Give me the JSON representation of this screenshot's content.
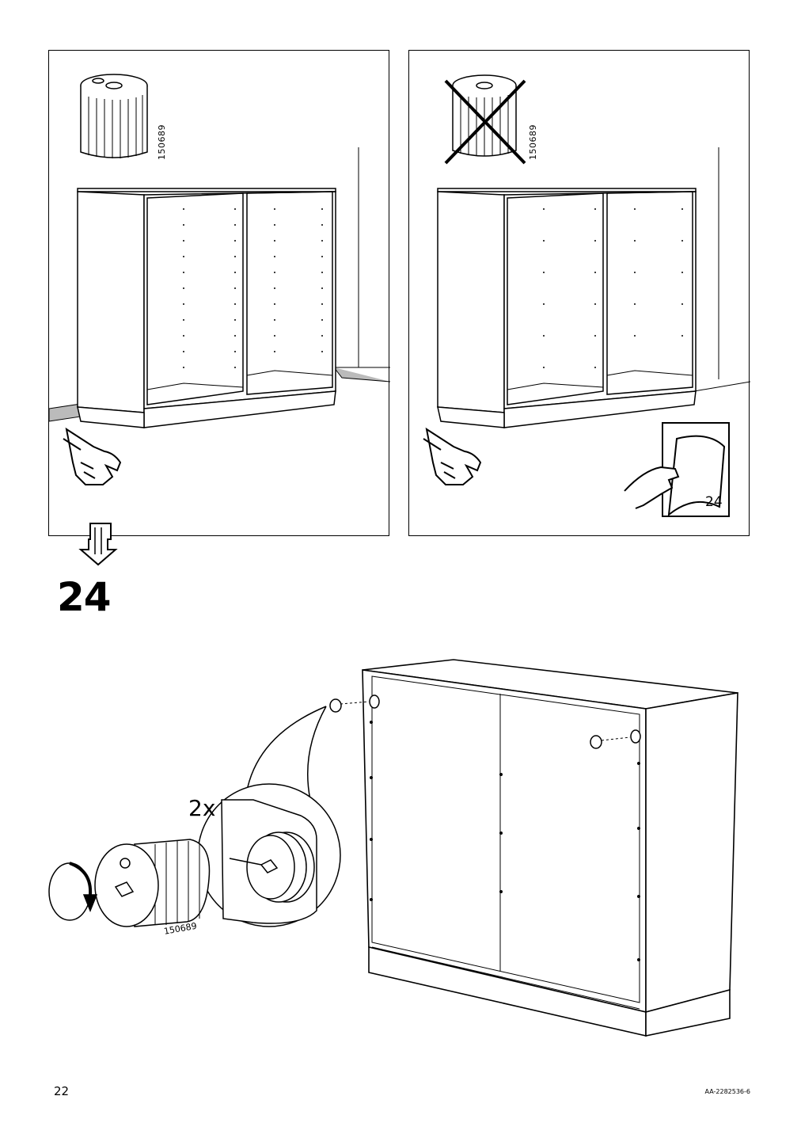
{
  "page": {
    "step_number": "24",
    "page_number": "22",
    "document_code": "AA-2282536-6"
  },
  "panels": {
    "left": {
      "part_code": "150689"
    },
    "right": {
      "part_code": "150689",
      "reference_step": "24"
    }
  },
  "main": {
    "quantity": "2x",
    "part_code": "150689"
  }
}
